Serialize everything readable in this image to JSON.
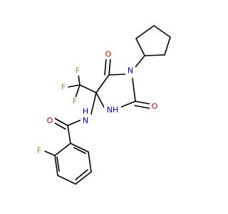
{
  "molecule": {
    "atoms": {
      "n_top": {
        "label": "N",
        "color": "#0000cc"
      },
      "nh": {
        "label": "NH",
        "color": "#0000cc"
      },
      "n_amide": {
        "label": "N",
        "color": "#0000cc"
      },
      "h_amide": {
        "label": "H",
        "color": "#0000cc"
      },
      "o_top": {
        "label": "O",
        "color": "#cc0000"
      },
      "o_right": {
        "label": "O",
        "color": "#cc0000"
      },
      "o_amide": {
        "label": "O",
        "color": "#cc0000"
      },
      "f1": {
        "label": "F",
        "color": "#66aa44"
      },
      "f2": {
        "label": "F",
        "color": "#66aa44"
      },
      "f3": {
        "label": "F",
        "color": "#66aa44"
      },
      "f_ring": {
        "label": "F",
        "color": "#66aa44"
      }
    }
  }
}
